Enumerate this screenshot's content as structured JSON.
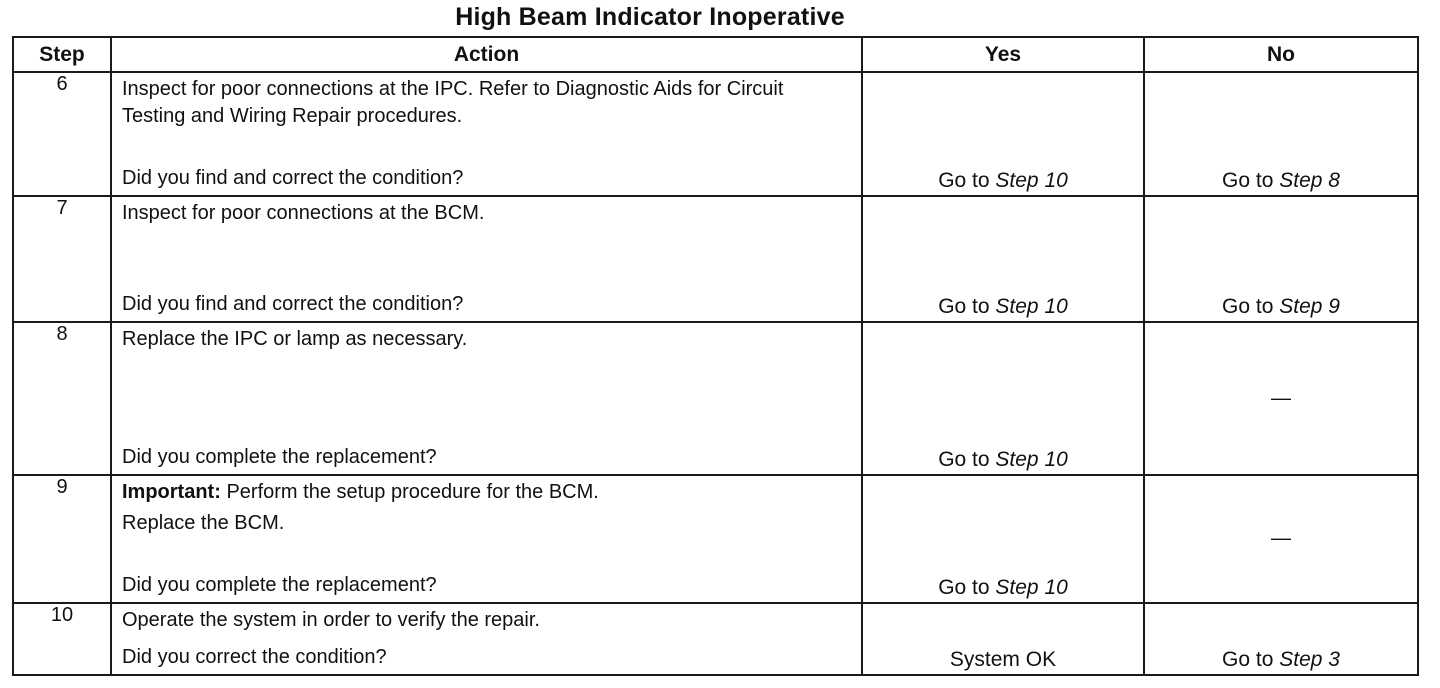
{
  "title": "High Beam Indicator Inoperative",
  "headers": {
    "step": "Step",
    "action": "Action",
    "yes": "Yes",
    "no": "No"
  },
  "rows": [
    {
      "step": "6",
      "action_lines": [
        "Inspect for poor connections at the IPC. Refer to Diagnostic Aids for Circuit Testing and Wiring Repair procedures."
      ],
      "question": "Did you find and correct the condition?",
      "yes": {
        "prefix": "Go to",
        "ref": "Step 10"
      },
      "no": {
        "prefix": "Go to",
        "ref": "Step 8"
      }
    },
    {
      "step": "7",
      "action_lines": [
        "Inspect for poor connections at the BCM."
      ],
      "question": "Did you find and correct the condition?",
      "yes": {
        "prefix": "Go to",
        "ref": "Step 10"
      },
      "no": {
        "prefix": "Go to",
        "ref": "Step 9"
      }
    },
    {
      "step": "8",
      "action_lines": [
        "Replace the IPC or lamp as necessary."
      ],
      "question": "Did you complete the replacement?",
      "yes": {
        "prefix": "Go to",
        "ref": "Step 10"
      },
      "no": {
        "dash": "—"
      }
    },
    {
      "step": "9",
      "important_label": "Important:",
      "important_text": "Perform the setup procedure for the BCM.",
      "action_lines": [
        "Replace the BCM."
      ],
      "question": "Did you complete the replacement?",
      "yes": {
        "prefix": "Go to",
        "ref": "Step 10"
      },
      "no": {
        "dash": "—"
      }
    },
    {
      "step": "10",
      "action_lines": [
        "Operate the system in order to verify the repair."
      ],
      "question": "Did you correct the condition?",
      "yes": {
        "text": "System OK"
      },
      "no": {
        "prefix": "Go to",
        "ref": "Step 3"
      }
    }
  ]
}
